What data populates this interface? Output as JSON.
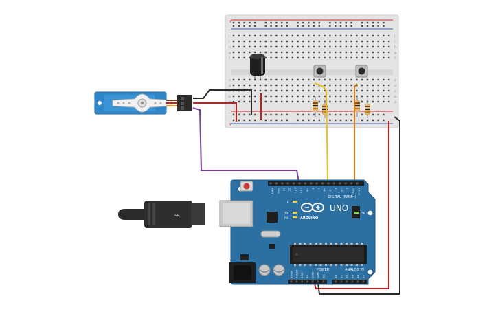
{
  "board": {
    "logo_text": "ARDUINO",
    "model": "UNO",
    "digital_label": "DIGITAL (PWM~)",
    "power_label": "POWER",
    "analog_label": "ANALOG IN",
    "on_label": "ON",
    "l_label": "L",
    "tx_label": "TX",
    "rx_label": "RX",
    "top_pins": [
      "AREF",
      "GND",
      "13",
      "12",
      "~11",
      "~10",
      "~9",
      "8",
      "7",
      "~6",
      "~5",
      "4",
      "~3",
      "2",
      "TX→1",
      "RX←0"
    ],
    "power_pins": [
      "IOREF",
      "RESET",
      "3.3V",
      "5V",
      "GND",
      "GND",
      "Vin"
    ],
    "analog_pins": [
      "A0",
      "A1",
      "A2",
      "A3",
      "A4",
      "A5"
    ]
  },
  "breadboard": {
    "row_letters_top": [
      "j",
      "i",
      "h",
      "g",
      "f"
    ],
    "row_letters_bottom": [
      "e",
      "d",
      "c",
      "b",
      "a"
    ],
    "rail_plus": "+",
    "rail_minus": "-"
  },
  "colors": {
    "board": "#2b6fa3",
    "board_dark": "#1d5685",
    "breadboard": "#e6e6e6",
    "rail_red": "#d42a2a",
    "rail_blue": "#3b5fb0",
    "wire_black": "#2a2a2a",
    "wire_red": "#d01a1a",
    "wire_purple": "#7b3fa0",
    "wire_yellow": "#e8c21a",
    "wire_orange": "#d97a12",
    "servo_blue": "#2f86c8"
  }
}
